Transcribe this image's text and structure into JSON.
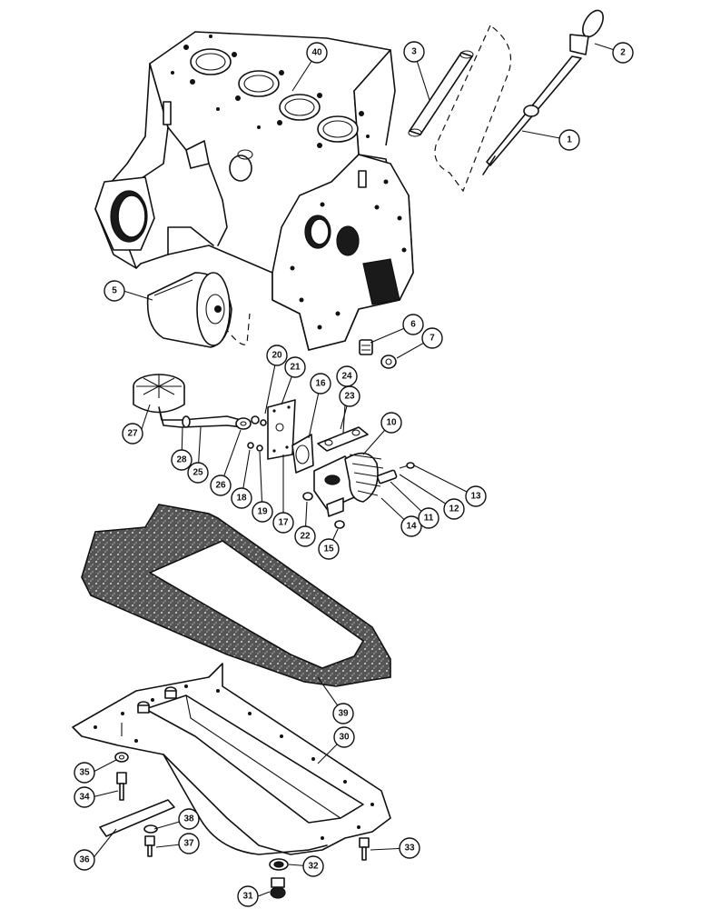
{
  "callouts": [
    "40",
    "3",
    "2",
    "1",
    "5",
    "6",
    "7",
    "20",
    "21",
    "16",
    "24",
    "23",
    "10",
    "27",
    "28",
    "25",
    "26",
    "18",
    "19",
    "17",
    "22",
    "15",
    "14",
    "11",
    "12",
    "13",
    "39",
    "30",
    "35",
    "34",
    "38",
    "37",
    "36",
    "33",
    "32",
    "31"
  ]
}
